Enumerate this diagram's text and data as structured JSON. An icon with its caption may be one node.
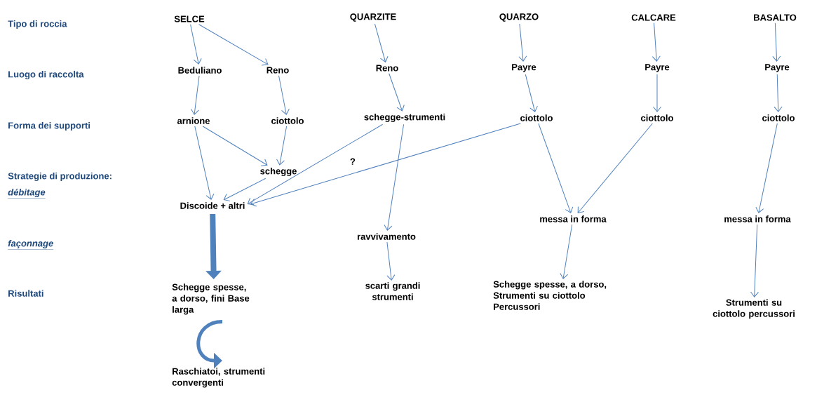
{
  "diagram": {
    "nodes": [
      {
        "text": [
          "SELCE"
        ]
      },
      {
        "text": [
          "QUARZITE"
        ]
      },
      {
        "text": [
          "QUARZO"
        ]
      },
      {
        "text": [
          "CALCARE"
        ]
      },
      {
        "text": [
          "BASALTO"
        ]
      },
      {
        "text": [
          "Beduliano"
        ]
      },
      {
        "text": [
          "Reno"
        ]
      },
      {
        "text": [
          "Reno"
        ]
      },
      {
        "text": [
          "Payre"
        ]
      },
      {
        "text": [
          "Payre"
        ]
      },
      {
        "text": [
          "Payre"
        ]
      },
      {
        "text": [
          "arnione"
        ]
      },
      {
        "text": [
          "ciottolo"
        ]
      },
      {
        "text": [
          "schegge-strumenti"
        ]
      },
      {
        "text": [
          "ciottolo"
        ]
      },
      {
        "text": [
          "ciottolo"
        ]
      },
      {
        "text": [
          "ciottolo"
        ]
      },
      {
        "text": [
          "schegge"
        ]
      },
      {
        "text": [
          "Discoide + altri"
        ]
      },
      {
        "text": [
          "messa in forma"
        ]
      },
      {
        "text": [
          "messa in forma"
        ]
      },
      {
        "text": [
          "ravvivamento"
        ]
      },
      {
        "text": [
          "Schegge spesse, a dorso, fini Base larga"
        ]
      },
      {
        "text": [
          "scarti grandi strumenti"
        ]
      },
      {
        "text": [
          "Schegge spesse, a dorso, Strumenti su ciottolo Percussori"
        ]
      },
      {
        "text": [
          "Strumenti su ciottolo percussori"
        ]
      },
      {
        "text": [
          "Raschiatoi, strumenti convergenti"
        ]
      }
    ],
    "edges": [
      {
        "from": 0,
        "to": 5,
        "arrow": "to"
      },
      {
        "from": 0,
        "to": 6,
        "arrow": "to"
      },
      {
        "from": 1,
        "to": 7,
        "arrow": "to"
      },
      {
        "from": 2,
        "to": 8,
        "arrow": "to"
      },
      {
        "from": 3,
        "to": 9,
        "arrow": "to"
      },
      {
        "from": 4,
        "to": 10,
        "arrow": "to"
      },
      {
        "from": 5,
        "to": 11,
        "arrow": "to"
      },
      {
        "from": 6,
        "to": 12,
        "arrow": "to"
      },
      {
        "from": 7,
        "to": 13,
        "arrow": "to"
      },
      {
        "from": 8,
        "to": 14,
        "arrow": "to"
      },
      {
        "from": 9,
        "to": 15,
        "arrow": "to"
      },
      {
        "from": 10,
        "to": 16,
        "arrow": "to"
      },
      {
        "from": 11,
        "to": 18,
        "arrow": "to"
      },
      {
        "from": 11,
        "to": 17,
        "arrow": "to"
      },
      {
        "from": 12,
        "to": 17,
        "arrow": "to"
      },
      {
        "from": 13,
        "to": 18,
        "arrow": "to"
      },
      {
        "from": 13,
        "to": 21,
        "arrow": "to"
      },
      {
        "from": 14,
        "to": 18,
        "arrow": "to",
        "label": "?"
      },
      {
        "from": 14,
        "to": 19,
        "arrow": "to"
      },
      {
        "from": 15,
        "to": 19,
        "arrow": "to"
      },
      {
        "from": 16,
        "to": 20,
        "arrow": "to"
      },
      {
        "from": 17,
        "to": 18,
        "arrow": "to"
      },
      {
        "from": 18,
        "to": 22,
        "arrow": "to",
        "style": "thick"
      },
      {
        "from": 21,
        "to": 23,
        "arrow": "to"
      },
      {
        "from": 19,
        "to": 24,
        "arrow": "to"
      },
      {
        "from": 20,
        "to": 25,
        "arrow": "to"
      },
      {
        "from": 22,
        "to": 26,
        "arrow": "to",
        "style": "thick"
      }
    ],
    "labels": [
      "Tipo di roccia",
      "Luogo di raccolta",
      "Forma dei supporti",
      "Strategie di produzione:",
      "débitage",
      "façonnage",
      "Risultati"
    ]
  }
}
